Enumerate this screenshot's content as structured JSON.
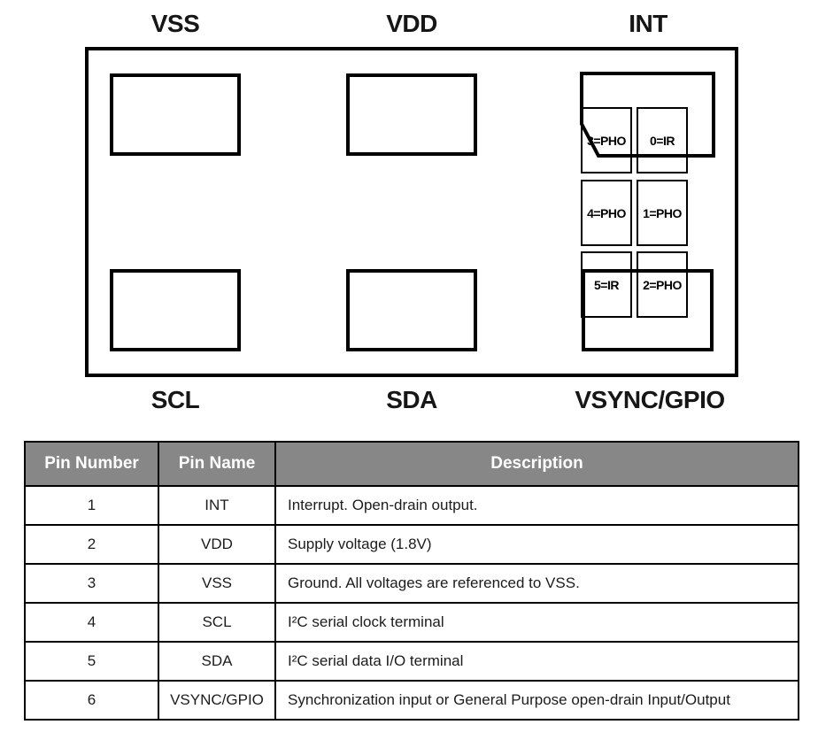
{
  "diagram": {
    "top_pins": [
      "VSS",
      "VDD",
      "INT"
    ],
    "bottom_pins": [
      "SCL",
      "SDA",
      "VSYNC/GPIO"
    ],
    "sensor_cells": [
      "3=PHO",
      "0=IR",
      "4=PHO",
      "1=PHO",
      "5=IR",
      "2=PHO"
    ]
  },
  "table": {
    "headers": [
      "Pin Number",
      "Pin Name",
      "Description"
    ],
    "rows": [
      {
        "number": "1",
        "name": "INT",
        "description": "Interrupt. Open-drain output."
      },
      {
        "number": "2",
        "name": "VDD",
        "description": "Supply voltage (1.8V)"
      },
      {
        "number": "3",
        "name": "VSS",
        "description": "Ground. All voltages are referenced to VSS."
      },
      {
        "number": "4",
        "name": "SCL",
        "description": "I²C serial clock terminal"
      },
      {
        "number": "5",
        "name": "SDA",
        "description": "I²C serial data I/O terminal"
      },
      {
        "number": "6",
        "name": "VSYNC/GPIO",
        "description": "Synchronization input or General Purpose open-drain Input/Output"
      }
    ]
  },
  "colors": {
    "line": "#000000",
    "header_bg": "#878787",
    "header_text": "#ffffff",
    "background": "#ffffff"
  }
}
